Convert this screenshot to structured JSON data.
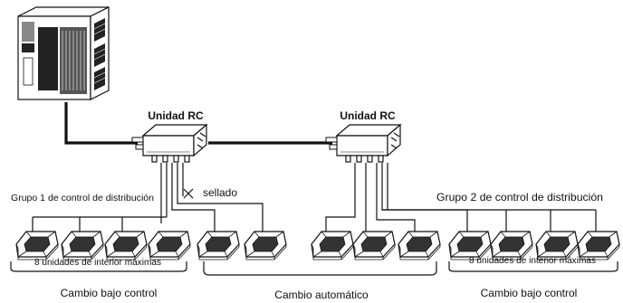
{
  "diagram": {
    "rc_unit_1": "Unidad RC",
    "rc_unit_2": "Unidad RC",
    "sealed": "sellado",
    "group_1": "Grupo 1 de control de distribución",
    "group_2": "Grupo 2 de control de distribución",
    "max_units_1": "8 unidades de interior máximas",
    "max_units_2": "8 unidades de interior máximas",
    "change_left": "Cambio bajo control",
    "change_auto": "Cambio automático",
    "change_right": "Cambio bajo control"
  }
}
